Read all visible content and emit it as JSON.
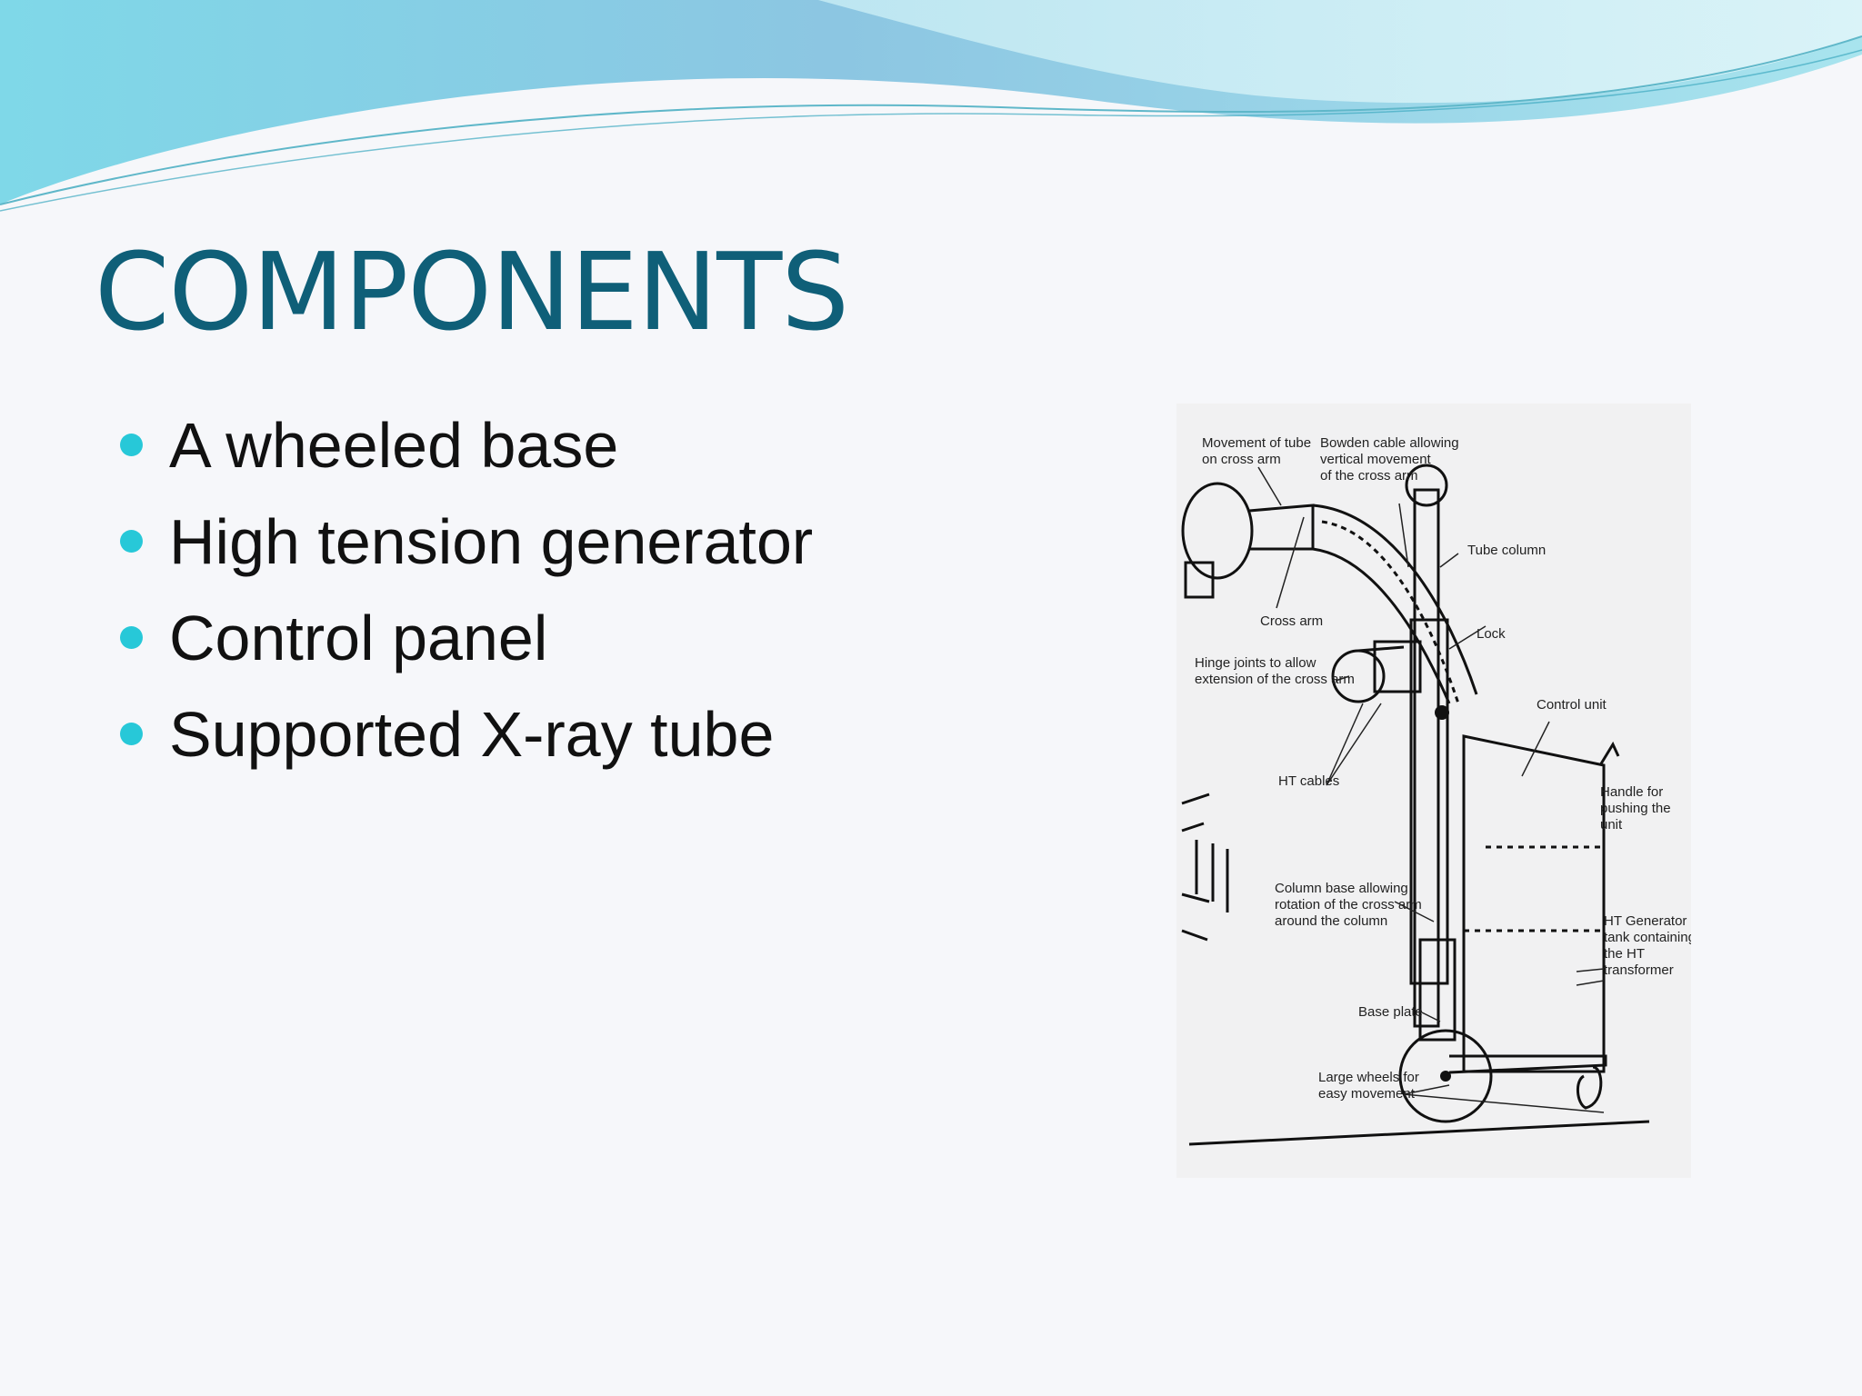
{
  "slide": {
    "title": "COMPONENTS",
    "bullets": [
      "A wheeled base",
      "High tension generator",
      "Control panel",
      "Supported X-ray tube"
    ]
  },
  "figure": {
    "labels": {
      "movement": [
        "Movement of tube",
        "on cross arm"
      ],
      "bowden": [
        "Bowden cable allowing",
        "vertical movement",
        "of the cross arm"
      ],
      "tube_column": "Tube column",
      "cross_arm": "Cross arm",
      "lock": "Lock",
      "hinge": [
        "Hinge joints to allow",
        "extension of the cross arm"
      ],
      "control_unit": "Control unit",
      "ht_cables": "HT cables",
      "handle": [
        "Handle for",
        "pushing the",
        "unit"
      ],
      "column_base": [
        "Column base allowing",
        "rotation of the cross arm",
        "around the column"
      ],
      "ht_generator": [
        "HT Generator",
        "tank containing",
        "the HT",
        "transformer"
      ],
      "base_plate": "Base plate",
      "large_wheels": [
        "Large wheels for",
        "easy movement"
      ]
    }
  },
  "colors": {
    "title": "#0f5f78",
    "bullet_dot": "#27c8d8",
    "wave_light": "#9fe3ea",
    "wave_dark": "#6fc3df"
  }
}
